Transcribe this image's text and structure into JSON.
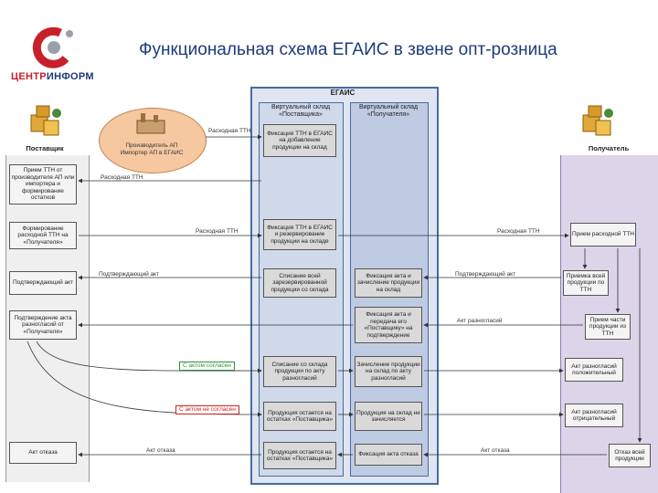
{
  "title": "Функциональная схема ЕГАИС в звене опт-розница",
  "logo": {
    "text_red": "ЦЕНТР",
    "text_blue": "ИНФОРМ"
  },
  "actors": {
    "supplier": "Поставщик",
    "receiver": "Получатель",
    "producer": "Производитель АП Импортер АП в ЕГАИС"
  },
  "egais": {
    "title": "ЕГАИС",
    "col1_title": "Виртуальный склад «Поставщика»",
    "col2_title": "Виртуальный склад «Получателя»"
  },
  "supplier_steps": [
    "Прием ТТН от производителя АП или импортера и формирование остатков",
    "Формирование расходной ТТН на «Получателя»",
    "Подтверждающий акт",
    "Подтверждение акта разногласий от «Получателя»",
    "Акт отказа"
  ],
  "egais_col1": [
    "Фиксация ТТН в ЕГАИС на добавление продукции на склад",
    "Фиксация ТТН в ЕГАИС и резервирование продукции на складе",
    "Списание всей зарезервированной продукции со склада",
    "Списание со склада продукции по акту разногласий",
    "Продукция остается на остатках «Поставщика»",
    "Продукция остается на остатках «Поставщика»"
  ],
  "egais_col2": [
    "Фиксация акта и зачисление продукции на склад",
    "Фиксация акта и передача его «Поставщику» на подтверждение",
    "Зачисление продукции на склад по акту разногласий",
    "Продукция на склад не зачисляется",
    "Фиксация акта отказа"
  ],
  "receiver_steps": [
    "Прием расходной ТТН",
    "Приемка всей продукции по ТТН",
    "Прием части продукции из ТТН",
    "Акт разногласий положительный",
    "Акт разногласий отрицательный",
    "Отказ всей продукции"
  ],
  "flows": {
    "incoming_ttn": "Расходная ТТН",
    "outgoing_ttn": "Расходная ТТН",
    "confirm_act": "Подтверждающий акт",
    "discrepancy_act": "Акт разногласий",
    "refusal_act": "Акт отказа",
    "agree": "С актом согласен",
    "disagree": "С актом не согласен"
  }
}
